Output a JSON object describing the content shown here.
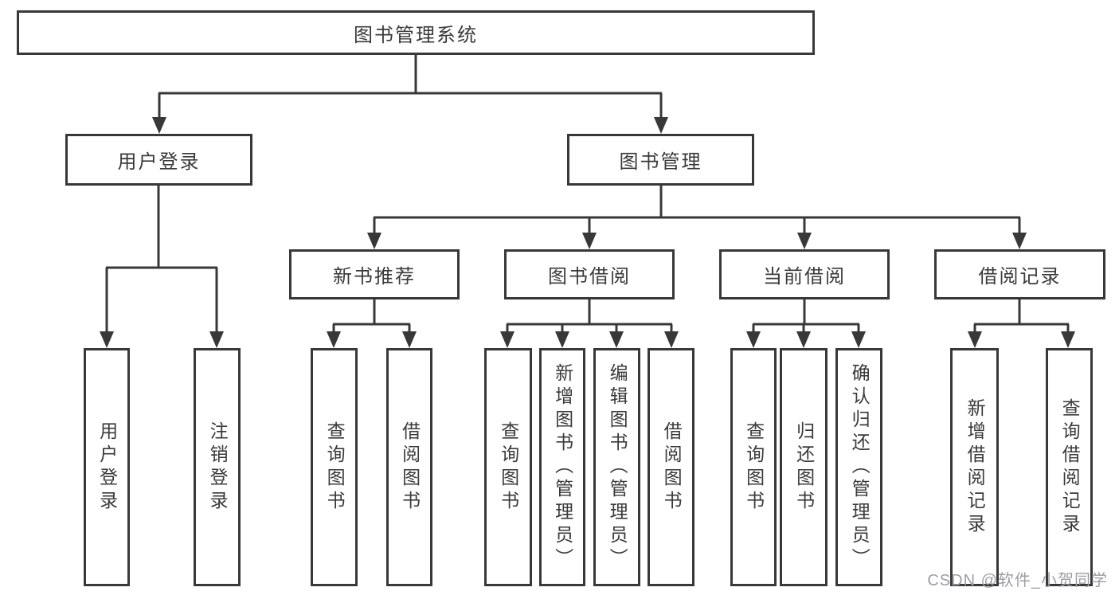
{
  "tree": {
    "root": {
      "label": "图书管理系统",
      "children": [
        {
          "label": "用户登录",
          "children": [
            {
              "label": "用户登录"
            },
            {
              "label": "注销登录"
            }
          ]
        },
        {
          "label": "图书管理",
          "children": [
            {
              "label": "新书推荐",
              "children": [
                {
                  "label": "查询图书"
                },
                {
                  "label": "借阅图书"
                }
              ]
            },
            {
              "label": "图书借阅",
              "children": [
                {
                  "label": "查询图书"
                },
                {
                  "label": "新增图书（管理员）"
                },
                {
                  "label": "编辑图书（管理员）"
                },
                {
                  "label": "借阅图书"
                }
              ]
            },
            {
              "label": "当前借阅",
              "children": [
                {
                  "label": "查询图书"
                },
                {
                  "label": "归还图书"
                },
                {
                  "label": "确认归还（管理员）"
                }
              ]
            },
            {
              "label": "借阅记录",
              "children": [
                {
                  "label": "新增借阅记录"
                },
                {
                  "label": "查询借阅记录"
                }
              ]
            }
          ]
        }
      ]
    }
  },
  "watermark": "CSDN @软件_小贺同学",
  "colors": {
    "line": "#383838",
    "box_border": "#383838",
    "text": "#3a3a3a",
    "box_background": "#ffffff",
    "page_background": "#ffffff",
    "watermark": "#9c9ea2"
  }
}
